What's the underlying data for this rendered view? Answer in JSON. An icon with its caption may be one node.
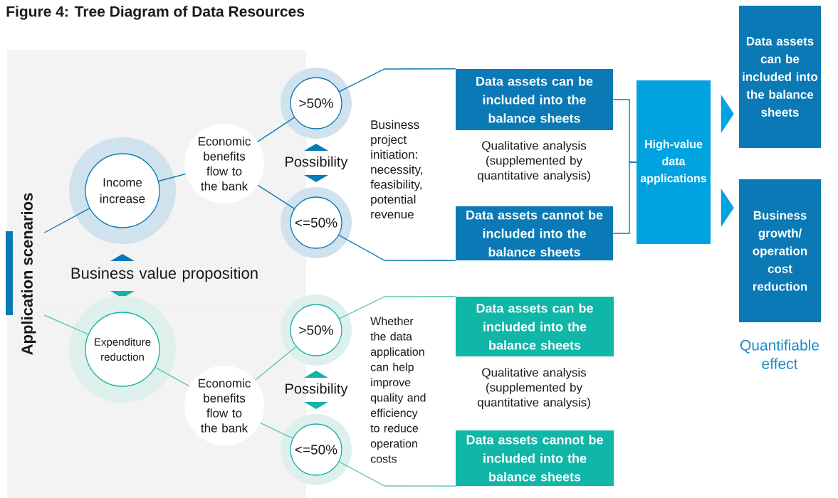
{
  "diagram": {
    "title": "Figure 4: Tree Diagram of Data Resources",
    "nodes": [
      {
        "text": [
          "Application scenarios"
        ]
      },
      {
        "text": [
          "Income increase"
        ]
      },
      {
        "text": [
          "Economic benefits flow to the bank"
        ]
      },
      {
        "text": [
          ">50%"
        ]
      },
      {
        "text": [
          "<=50%"
        ]
      },
      {
        "text": [
          "Data assets can be included into the balance sheets"
        ]
      },
      {
        "text": [
          "Data assets cannot be included into the balance sheets"
        ]
      },
      {
        "text": [
          "High-value data applications"
        ]
      },
      {
        "text": [
          "Data assets can be included into the balance sheets"
        ]
      },
      {
        "text": [
          "Business growth/ operation cost reduction"
        ]
      },
      {
        "text": [
          "Expenditure reduction"
        ]
      },
      {
        "text": [
          "Economic benefits flow to the bank"
        ]
      },
      {
        "text": [
          ">50%"
        ]
      },
      {
        "text": [
          "<=50%"
        ]
      },
      {
        "text": [
          "Data assets can be included into the balance sheets"
        ]
      },
      {
        "text": [
          "Data assets cannot be included into the balance sheets"
        ]
      }
    ],
    "edges": [
      {
        "from": 0,
        "to": 1,
        "arrow": "none"
      },
      {
        "from": 0,
        "to": 10,
        "arrow": "none",
        "color": "#63c6b4"
      },
      {
        "from": 1,
        "to": 2,
        "arrow": "none"
      },
      {
        "from": 2,
        "to": 3,
        "arrow": "none"
      },
      {
        "from": 2,
        "to": 4,
        "arrow": "none"
      },
      {
        "from": 3,
        "to": 5,
        "arrow": "none"
      },
      {
        "from": 4,
        "to": 6,
        "arrow": "none"
      },
      {
        "from": 5,
        "to": 7,
        "arrow": "none"
      },
      {
        "from": 6,
        "to": 7,
        "arrow": "none"
      },
      {
        "from": 7,
        "to": 8,
        "arrow": "to",
        "color": "#00a3e0"
      },
      {
        "from": 7,
        "to": 9,
        "arrow": "to",
        "color": "#00a3e0"
      },
      {
        "from": 10,
        "to": 11,
        "arrow": "none",
        "color": "#63c6b4"
      },
      {
        "from": 11,
        "to": 12,
        "arrow": "none",
        "color": "#63c6b4"
      },
      {
        "from": 11,
        "to": 13,
        "arrow": "none",
        "color": "#63c6b4"
      },
      {
        "from": 12,
        "to": 14,
        "arrow": "none",
        "color": "#63c6b4"
      },
      {
        "from": 13,
        "to": 15,
        "arrow": "none",
        "color": "#63c6b4"
      }
    ],
    "labels": [
      "Possibility",
      "Business project initiation: necessity, feasibility, potential revenue",
      "Qualitative analysis (supplemented by quantitative analysis)",
      "Business value proposition",
      "Quantifiable effect",
      "Whether the data application can help improve quality and efficiency to reduce operation costs",
      "Possibility",
      "Qualitative analysis (supplemented by quantitative analysis)"
    ]
  }
}
